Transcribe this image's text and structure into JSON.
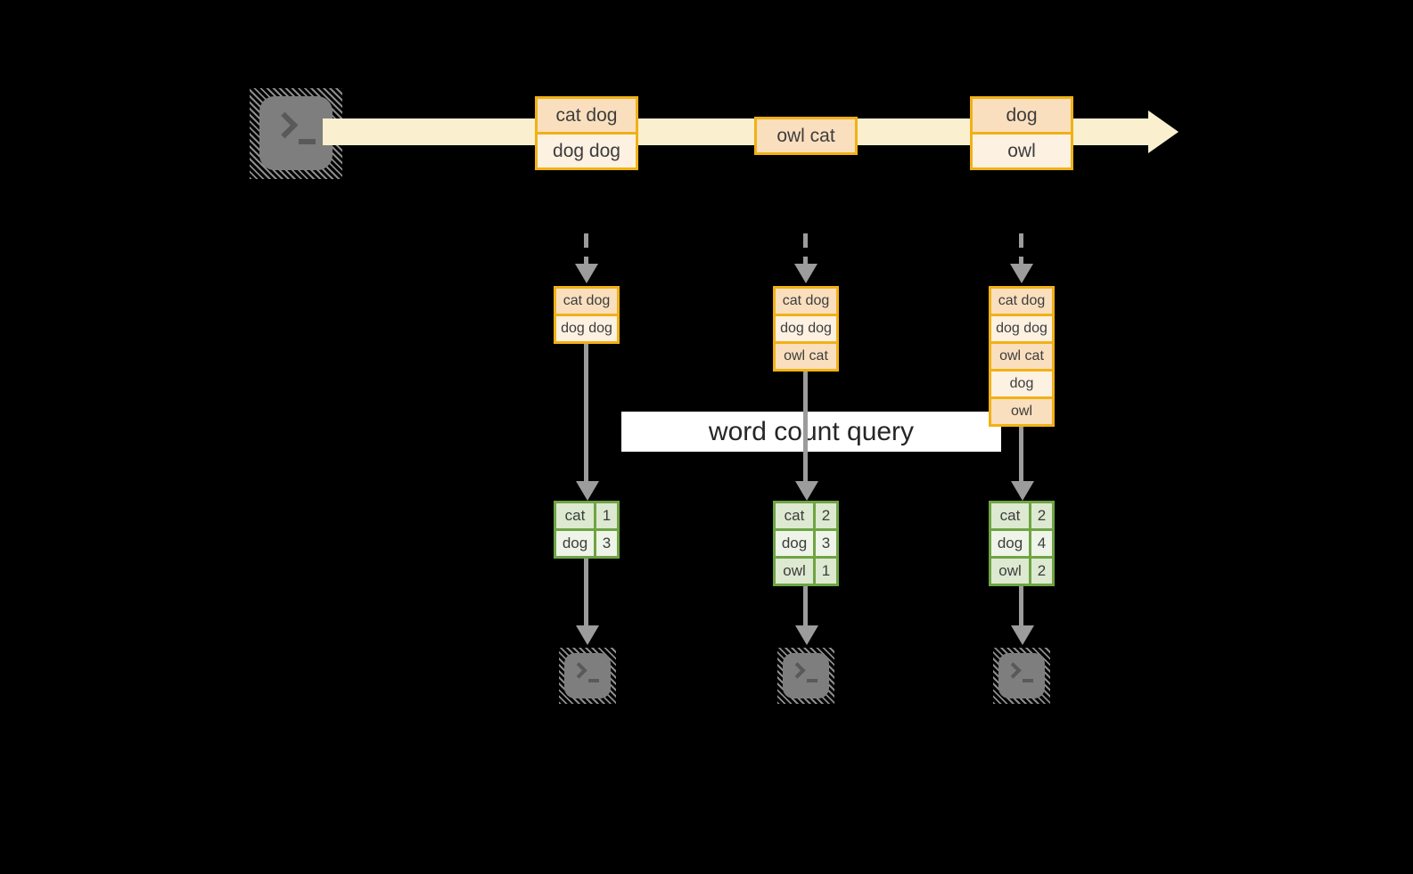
{
  "banner": {
    "label": "word count query"
  },
  "colors": {
    "background": "#000000",
    "stream_arrow": "#FAF0CF",
    "event_border": "#F1B115",
    "event_cell_dark": "#FADFBE",
    "event_cell_light": "#FDF1E2",
    "table_border": "#6EA444",
    "table_cell_dark": "#DDE9D0",
    "table_cell_light": "#EEF4E8",
    "flow_arrow_gray": "#9C9C9C",
    "terminal_gray": "#7E7E7E"
  },
  "stream": {
    "source_icon": "terminal-icon",
    "events": [
      {
        "lines": [
          "cat dog",
          "dog dog"
        ]
      },
      {
        "lines": [
          "owl cat"
        ]
      },
      {
        "lines": [
          "dog",
          "owl"
        ]
      }
    ]
  },
  "columns": [
    {
      "state": [
        "cat dog",
        "dog dog"
      ],
      "counts": [
        {
          "word": "cat",
          "count": "1"
        },
        {
          "word": "dog",
          "count": "3"
        }
      ]
    },
    {
      "state": [
        "cat dog",
        "dog dog",
        "owl cat"
      ],
      "counts": [
        {
          "word": "cat",
          "count": "2"
        },
        {
          "word": "dog",
          "count": "3"
        },
        {
          "word": "owl",
          "count": "1"
        }
      ]
    },
    {
      "state": [
        "cat dog",
        "dog dog",
        "owl cat",
        "dog",
        "owl"
      ],
      "counts": [
        {
          "word": "cat",
          "count": "2"
        },
        {
          "word": "dog",
          "count": "4"
        },
        {
          "word": "owl",
          "count": "2"
        }
      ]
    }
  ]
}
